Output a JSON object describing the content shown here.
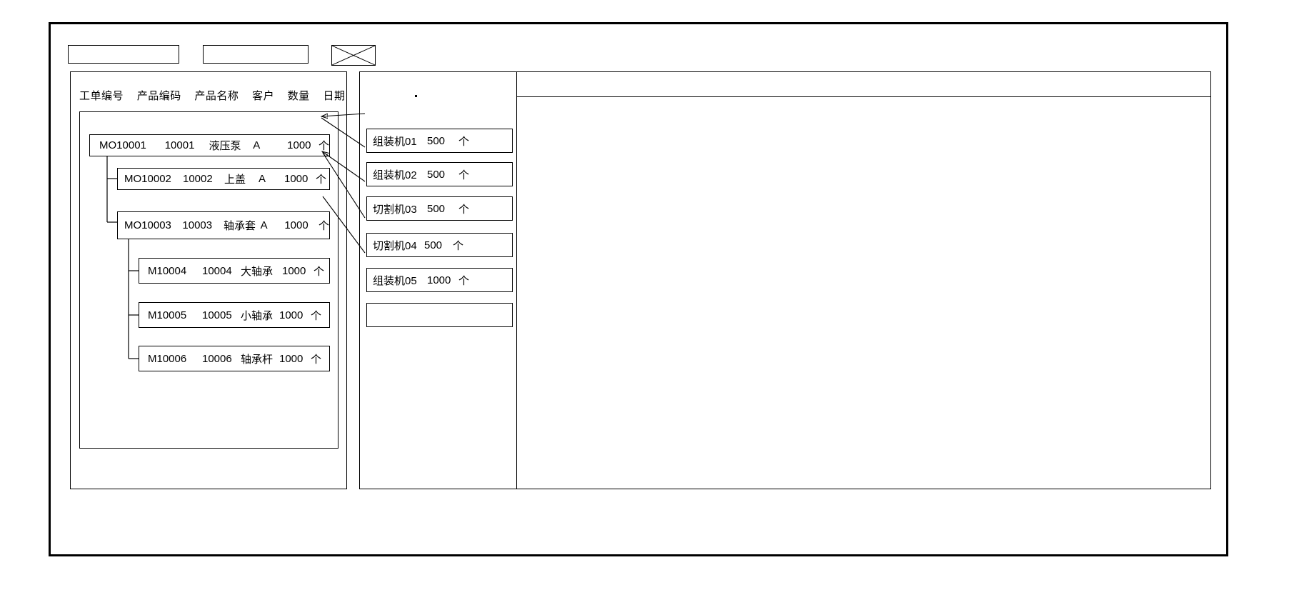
{
  "window": {
    "title_bar_present": true
  },
  "toolbar": {
    "field_1_value": "",
    "field_2_value": "",
    "image_placeholder_name": "image-placeholder-icon"
  },
  "left_panel": {
    "columns": [
      "工单编号",
      "产品编码",
      "产品名称",
      "客户",
      "数量",
      "日期"
    ],
    "rows": [
      {
        "level": 0,
        "order_no": "MO10001",
        "product_code": "10001",
        "product_name": "液压泵",
        "customer": "A",
        "qty": "1000",
        "unit": "个"
      },
      {
        "level": 1,
        "order_no": "MO10002",
        "product_code": "10002",
        "product_name": "上盖",
        "customer": "A",
        "qty": "1000",
        "unit": "个"
      },
      {
        "level": 1,
        "order_no": "MO10003",
        "product_code": "10003",
        "product_name": "轴承套",
        "customer": "A",
        "qty": "1000",
        "unit": "个"
      },
      {
        "level": 2,
        "order_no": "M10004",
        "product_code": "10004",
        "product_name": "大轴承",
        "customer": "",
        "qty": "1000",
        "unit": "个"
      },
      {
        "level": 2,
        "order_no": "M10005",
        "product_code": "10005",
        "product_name": "小轴承",
        "customer": "",
        "qty": "1000",
        "unit": "个"
      },
      {
        "level": 2,
        "order_no": "M10006",
        "product_code": "10006",
        "product_name": "轴承杆",
        "customer": "",
        "qty": "1000",
        "unit": "个"
      }
    ]
  },
  "middle_panel": {
    "machines": [
      {
        "name": "组装机01",
        "qty": "500",
        "unit": "个"
      },
      {
        "name": "组装机02",
        "qty": "500",
        "unit": "个"
      },
      {
        "name": "切割机03",
        "qty": "500",
        "unit": "个"
      },
      {
        "name": "切割机04",
        "qty": "500",
        "unit": "个"
      },
      {
        "name": "组装机05",
        "qty": "1000",
        "unit": "个"
      },
      {
        "name": "",
        "qty": "",
        "unit": ""
      }
    ]
  },
  "right_panel": {
    "header_row_empty": true,
    "rows": []
  },
  "colors": {
    "line": "#000000",
    "background": "#ffffff"
  }
}
